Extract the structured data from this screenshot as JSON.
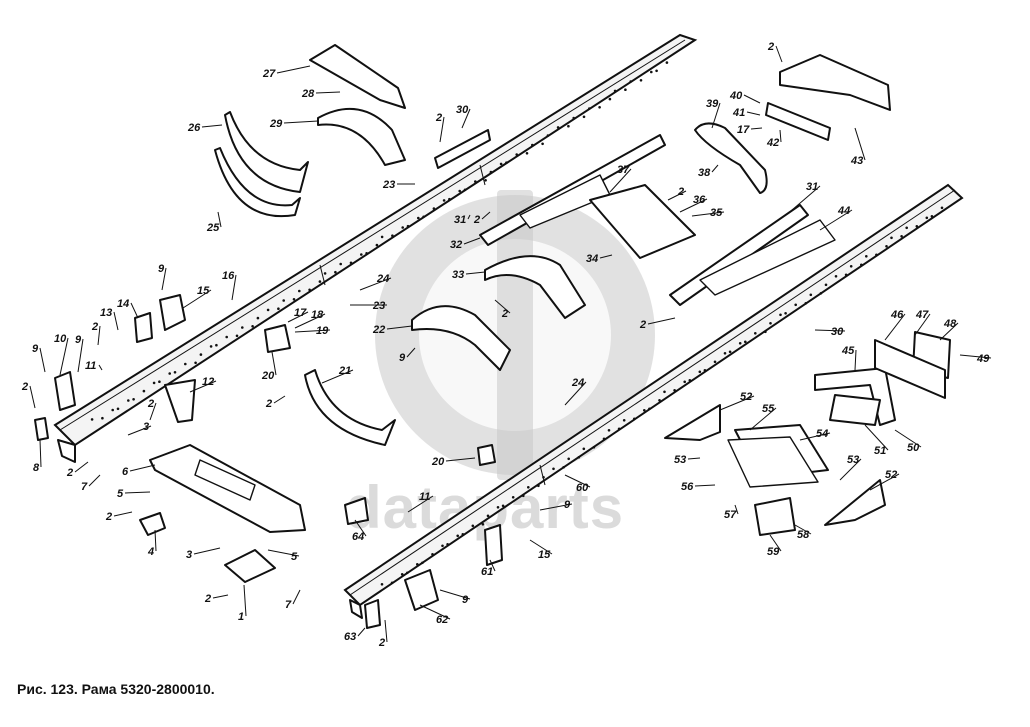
{
  "caption": "Рис.  123.  Рама  5320-2800010.",
  "watermark": "dataparts",
  "callouts": [
    {
      "id": "c27",
      "text": "27"
    },
    {
      "id": "c28",
      "text": "28"
    },
    {
      "id": "c29",
      "text": "29"
    },
    {
      "id": "c26",
      "text": "26"
    },
    {
      "id": "c25",
      "text": "25"
    },
    {
      "id": "c23a",
      "text": "23"
    },
    {
      "id": "c2a",
      "text": "2"
    },
    {
      "id": "c30a",
      "text": "30"
    },
    {
      "id": "c31a",
      "text": "31"
    },
    {
      "id": "c2b",
      "text": "2"
    },
    {
      "id": "c32",
      "text": "32"
    },
    {
      "id": "c16",
      "text": "16"
    },
    {
      "id": "c9a",
      "text": "9"
    },
    {
      "id": "c15a",
      "text": "15"
    },
    {
      "id": "c14",
      "text": "14"
    },
    {
      "id": "c13",
      "text": "13"
    },
    {
      "id": "c2c",
      "text": "2"
    },
    {
      "id": "c10",
      "text": "10"
    },
    {
      "id": "c9b",
      "text": "9"
    },
    {
      "id": "c9c",
      "text": "9"
    },
    {
      "id": "c11a",
      "text": "11"
    },
    {
      "id": "c2d",
      "text": "2"
    },
    {
      "id": "c8",
      "text": "8"
    },
    {
      "id": "c12",
      "text": "12"
    },
    {
      "id": "c2e",
      "text": "2"
    },
    {
      "id": "c3a",
      "text": "3"
    },
    {
      "id": "c2f",
      "text": "2"
    },
    {
      "id": "c7a",
      "text": "7"
    },
    {
      "id": "c6",
      "text": "6"
    },
    {
      "id": "c5a",
      "text": "5"
    },
    {
      "id": "c2g",
      "text": "2"
    },
    {
      "id": "c4",
      "text": "4"
    },
    {
      "id": "c3b",
      "text": "3"
    },
    {
      "id": "c5b",
      "text": "5"
    },
    {
      "id": "c2h",
      "text": "2"
    },
    {
      "id": "c1",
      "text": "1"
    },
    {
      "id": "c7b",
      "text": "7"
    },
    {
      "id": "c24a",
      "text": "24"
    },
    {
      "id": "c23b",
      "text": "23"
    },
    {
      "id": "c17a",
      "text": "17"
    },
    {
      "id": "c18",
      "text": "18"
    },
    {
      "id": "c19",
      "text": "19"
    },
    {
      "id": "c20a",
      "text": "20"
    },
    {
      "id": "c2i",
      "text": "2"
    },
    {
      "id": "c21",
      "text": "21"
    },
    {
      "id": "c22",
      "text": "22"
    },
    {
      "id": "c9d",
      "text": "9"
    },
    {
      "id": "c33",
      "text": "33"
    },
    {
      "id": "c2j",
      "text": "2"
    },
    {
      "id": "c34",
      "text": "34"
    },
    {
      "id": "c37",
      "text": "37"
    },
    {
      "id": "c2k",
      "text": "2"
    },
    {
      "id": "c36",
      "text": "36"
    },
    {
      "id": "c35",
      "text": "35"
    },
    {
      "id": "c39",
      "text": "39"
    },
    {
      "id": "c38",
      "text": "38"
    },
    {
      "id": "c40",
      "text": "40"
    },
    {
      "id": "c41",
      "text": "41"
    },
    {
      "id": "c17b",
      "text": "17"
    },
    {
      "id": "c42",
      "text": "42"
    },
    {
      "id": "c2l",
      "text": "2"
    },
    {
      "id": "c43",
      "text": "43"
    },
    {
      "id": "c31b",
      "text": "31"
    },
    {
      "id": "c44",
      "text": "44"
    },
    {
      "id": "c2m",
      "text": "2"
    },
    {
      "id": "c30b",
      "text": "30"
    },
    {
      "id": "c46",
      "text": "46"
    },
    {
      "id": "c47",
      "text": "47"
    },
    {
      "id": "c48",
      "text": "48"
    },
    {
      "id": "c45",
      "text": "45"
    },
    {
      "id": "c49",
      "text": "49"
    },
    {
      "id": "c24b",
      "text": "24"
    },
    {
      "id": "c20b",
      "text": "20"
    },
    {
      "id": "c11b",
      "text": "11"
    },
    {
      "id": "c64",
      "text": "64"
    },
    {
      "id": "c60",
      "text": "60"
    },
    {
      "id": "c9e",
      "text": "9"
    },
    {
      "id": "c15b",
      "text": "15"
    },
    {
      "id": "c61",
      "text": "61"
    },
    {
      "id": "c9f",
      "text": "9"
    },
    {
      "id": "c62",
      "text": "62"
    },
    {
      "id": "c63",
      "text": "63"
    },
    {
      "id": "c2n",
      "text": "2"
    },
    {
      "id": "c52a",
      "text": "52"
    },
    {
      "id": "c55",
      "text": "55"
    },
    {
      "id": "c54",
      "text": "54"
    },
    {
      "id": "c53a",
      "text": "53"
    },
    {
      "id": "c56",
      "text": "56"
    },
    {
      "id": "c57",
      "text": "57"
    },
    {
      "id": "c59",
      "text": "59"
    },
    {
      "id": "c58",
      "text": "58"
    },
    {
      "id": "c53b",
      "text": "53"
    },
    {
      "id": "c52b",
      "text": "52"
    },
    {
      "id": "c51",
      "text": "51"
    },
    {
      "id": "c50",
      "text": "50"
    }
  ]
}
